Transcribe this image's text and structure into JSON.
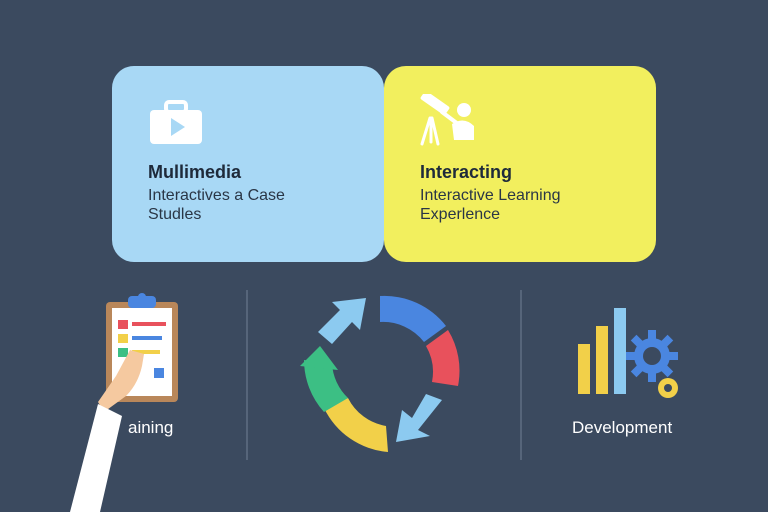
{
  "cards": [
    {
      "title": "Mullimedia",
      "desc_line1": "Interactives a Case",
      "desc_line2": "Studles",
      "icon": "video-case-icon",
      "color": "#a8d8f5"
    },
    {
      "title": "Interacting",
      "desc_line1": "Interactive Learning",
      "desc_line2": "Experlence",
      "icon": "telescope-person-icon",
      "color": "#f2ef5e"
    }
  ],
  "bottom": [
    {
      "label": "aining",
      "icon": "clipboard-hand-icon"
    },
    {
      "label": "",
      "icon": "cycle-arrows-icon"
    },
    {
      "label": "Development",
      "icon": "bar-chart-gear-icon"
    }
  ],
  "colors": {
    "background": "#3b4a5f",
    "blue": "#4a86e0",
    "red": "#e8515c",
    "green": "#3cbf84",
    "yellow": "#f2d049",
    "light_blue": "#8ccaf0"
  }
}
